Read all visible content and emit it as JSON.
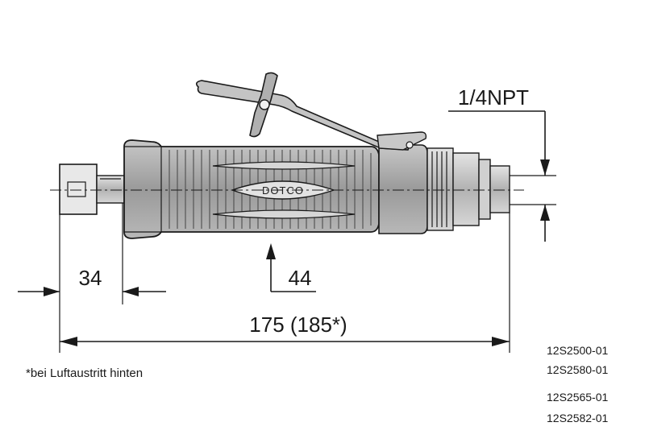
{
  "drawing": {
    "brand_label": "DOTCO",
    "dim_thread": "1/4NPT",
    "dim_collet": "34",
    "dim_diameter": "44",
    "dim_length": "175 (185*)",
    "footnote": "*bei Luftaustritt hinten",
    "models_group_1": [
      "12S2500-01",
      "12S2580-01"
    ],
    "models_group_2": [
      "12S2565-01",
      "12S2582-01"
    ]
  }
}
